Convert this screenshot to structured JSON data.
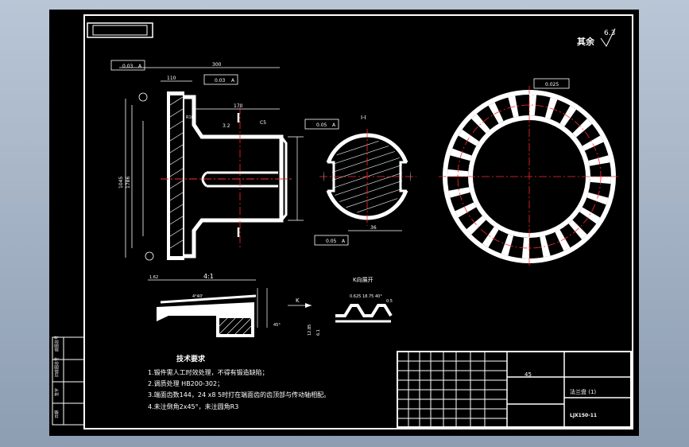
{
  "drawing": {
    "surface_roughness": {
      "label": "其余",
      "value": "6.3"
    },
    "section_label": "I-I",
    "k_view_label": "K向展开",
    "detail_scale": "4:1",
    "k_arrow": "K",
    "tech_requirements": {
      "title": "技术要求",
      "items": [
        "1.锻件需人工时效处理，不得有锻造缺陷；",
        "2.调质处理  HB200-302；",
        "3.端面齿数144，24 x8 5时打在端面齿的齿顶部与传动轴相配。",
        "4.未注倒角2x45°，未注圆角R3"
      ]
    },
    "dimensions": {
      "main": {
        "total_length": "300",
        "left_offset": "110",
        "shaft_length": "170",
        "chamfer": "C5",
        "fillet": "R10",
        "roughness_inner": "3.2",
        "height_left": "1045",
        "height_mid": "1786"
      },
      "gdt": {
        "perp1": "0.03",
        "perp2": "0.03",
        "run1": "0.05",
        "run2": "0.05",
        "ring": "0.025",
        "datum": "A"
      },
      "section": {
        "width": "36"
      },
      "k_view": {
        "d1": "0.625",
        "d2": "18.75",
        "d3": "40°",
        "d4": "0.5",
        "d5": "12.85",
        "d6": "6.1"
      },
      "detail": {
        "d1": "1.62",
        "d2": "4°40'",
        "d3": "45°"
      }
    },
    "ring_teeth": 24,
    "title_block": {
      "material": "45",
      "part_name": "法兰盘 (1)",
      "drawing_no": "LJX150-11"
    },
    "side_labels": [
      "底图总号",
      "旧底图总号",
      "签字",
      "日期"
    ]
  }
}
